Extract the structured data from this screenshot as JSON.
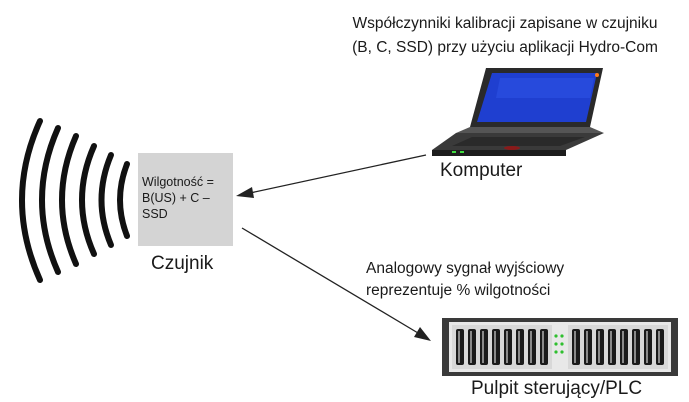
{
  "calibration_note": "Współczynniki kalibracji zapisane w czujniku\n(B, C, SSD) przy użyciu aplikacji Hydro-Com",
  "computer_label": "Komputer",
  "sensor": {
    "formula": "Wilgotność =\nB(US) + C –\nSSD",
    "label": "Czujnik"
  },
  "analog_note": "Analogowy sygnał wyjściowy\nreprezentuje % wilgotności",
  "plc_label": "Pulpit sterujący/PLC",
  "colors": {
    "sensor_box": "#d4d4d4",
    "laptop_screen": "#1f3fd0",
    "laptop_body": "#222222",
    "plc_panel": "#e8e8e8"
  },
  "icons": [
    "radio-waves-icon",
    "laptop-icon",
    "plc-rack-icon"
  ]
}
